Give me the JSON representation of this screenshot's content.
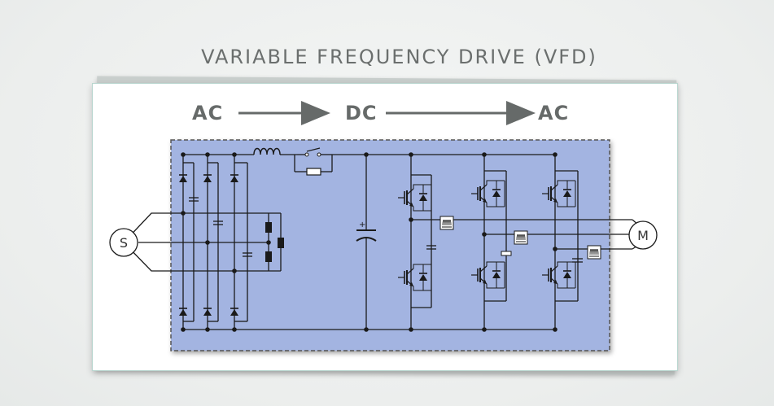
{
  "title": "VARIABLE FREQUENCY DRIVE (VFD)",
  "flow": {
    "stage1": "AC",
    "stage2": "DC",
    "stage3": "AC"
  },
  "nodes": {
    "source_label": "S",
    "motor_label": "M",
    "dc_cap_polarity": "+"
  },
  "colors": {
    "panel_fill": "#a3b4e1",
    "panel_border": "#555555",
    "wire": "#1a1a1a",
    "text_gray": "#666a69"
  }
}
